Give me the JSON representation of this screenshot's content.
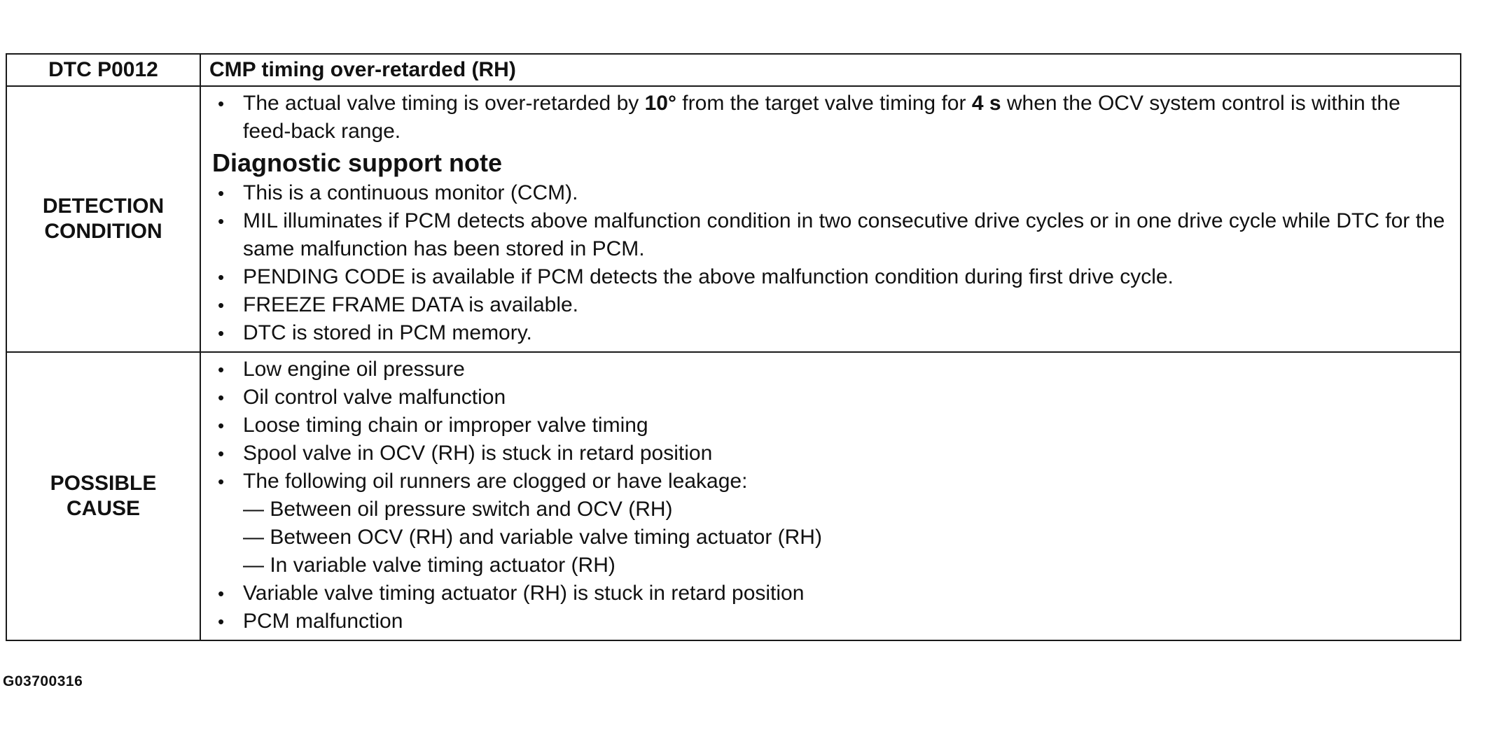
{
  "header": {
    "code": "DTC P0012",
    "title": "CMP timing over-retarded (RH)"
  },
  "detection": {
    "label_line1": "DETECTION",
    "label_line2": "CONDITION",
    "main_item": {
      "part1": "The actual valve timing is over-retarded by ",
      "value1": "10°",
      "part2": " from the target valve timing for ",
      "value2": "4 s",
      "part3": " when the OCV system control is within the feed-back range."
    },
    "note_heading": "Diagnostic support note",
    "notes": [
      "This is a continuous monitor (CCM).",
      "MIL illuminates if PCM detects above malfunction condition in two consecutive drive cycles or in one drive cycle while DTC for the same malfunction has been stored in PCM.",
      "PENDING CODE is available if PCM detects the above malfunction condition during first drive cycle.",
      "FREEZE FRAME DATA is available.",
      "DTC is stored in PCM memory."
    ]
  },
  "cause": {
    "label_line1": "POSSIBLE",
    "label_line2": "CAUSE",
    "items": [
      "Low engine oil pressure",
      "Oil control valve malfunction",
      "Loose timing chain or improper valve timing",
      "Spool valve in OCV (RH) is stuck in retard position",
      "The following oil runners are clogged or have leakage:"
    ],
    "sub_items": [
      "— Between oil pressure switch and OCV (RH)",
      "— Between OCV (RH) and variable valve timing actuator (RH)",
      "— In variable valve timing actuator (RH)"
    ],
    "items_after": [
      "Variable valve timing actuator (RH) is stuck in retard position",
      "PCM malfunction"
    ]
  },
  "figure_id": "G03700316"
}
